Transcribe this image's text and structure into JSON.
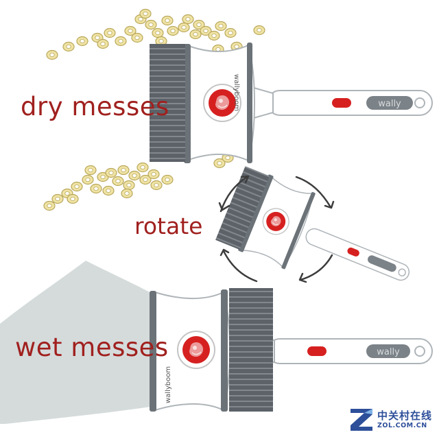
{
  "labels": {
    "dry": "dry messes",
    "rotate": "rotate",
    "wet": "wet messes"
  },
  "brand": {
    "logo_text": "wallyboom",
    "handle_text": "wally"
  },
  "watermark": {
    "cn_text": "中关村在线",
    "url_text": "ZOL.COM.CN"
  },
  "colors": {
    "label_red": "#a0201e",
    "bristle_gray": "#5c6268",
    "body_white": "#ffffff",
    "accent_red": "#d62020",
    "cereal_yellow": "#efe3a4",
    "liquid_gray": "#d5dbdb",
    "watermark_blue": "#2d4f9a"
  },
  "icons": {
    "rotate_arrows": "rotate-arrows-icon",
    "watermark_logo": "zol-logo-icon"
  }
}
